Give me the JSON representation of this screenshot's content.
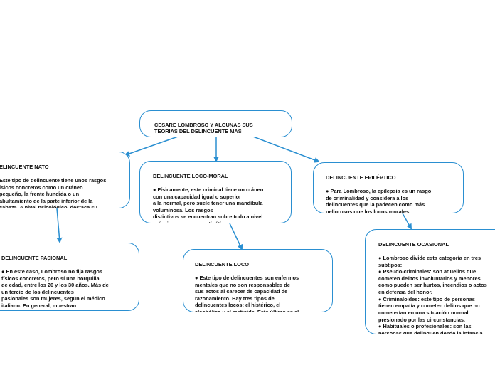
{
  "colors": {
    "accent": "#2a8fd1",
    "text": "#111111",
    "background": "#ffffff"
  },
  "nodes": {
    "root": {
      "title": "CESARE LOMBROSO Y ALGUNAS SUS\nTEORIAS DEL DELINCUENTE MAS\nIMPORTENTES"
    },
    "nato": {
      "title": "ELINCUENTE NATO",
      "body": "Este tipo de delincuente tiene unos rasgos\nísicos concretos como un cráneo\npequeño, la frente hundida o un\nabultamiento de la parte inferior de la\ncabeza. A nivel psicológico, destaca su\ncarácter impulsivo, cruel, con falta de\nsentido moral e insensible."
    },
    "loco_moral": {
      "title": "DELINCUENTE LOCO-MORAL",
      "body": "● Físicamente, este criminal tiene un cráneo\ncon una capacidad igual o superior\na la normal, pero suele tener una mandíbula\nvoluminosa. Los rasgos\ndistintivos se encuentran sobre todo a nivel\npsíquico: personas antipáticas,\negoístas, vanidosas e inteligentes, así como\ncrueles e indisciplinadas."
    },
    "epileptico": {
      "title": "DELINCUENTE EPILÉPTICO",
      "body": "● Para Lombroso, la epilepsia es un rasgo\nde criminalidad y considera a los\ndelincuentes que la padecen como más\npeligrosos que los locos morales.\nVagos, destructivos, muy violentos y con\ntendencia al suicidio."
    },
    "pasional": {
      "title": "DELINCUENTE PASIONAL",
      "body": "● En este caso, Lombroso no fija rasgos\nfísicos concretos, pero sí una horquilla\nde edad, entre los 20 y los 30 años. Más de\nun tercio de los delincuentes\npasionales son mujeres, según el médico\nitaliano. En general, muestran\nconmoción tras el acto criminal y tienden a\nconfesar y suicidarse tras\nrealizarlo."
    },
    "loco": {
      "title": "DELINCUENTE LOCO",
      "body": "● Este tipo de delincuentes son enfermos\nmentales que no son responsables de\nsus actos al carecer de capacidad de\nrazonamiento. Hay tres tipos de\ndelincuentes locos: el histérico, el\nalcohólico y el mattoide. Este último es el\nque delinque por impulso, cruzando la línea\nde la cordura y la locura."
    },
    "ocasional": {
      "title": "DELINCUENTE OCASIONAL",
      "body": "● Lombroso divide esta categoría en tres\nsubtipos:\n● Pseudo-criminales: son aquellos que\ncometen delitos involuntarios y menores\ncomo pueden ser hurtos, incendios o actos\nen defensa del honor.\n● Criminaloides: este tipo de personas\ntienen empatía y cometen delitos que no\ncometerían en una situación normal\npresionado por las circunstancias.\n● Habituales o profesionales: son las\npersonas que delinquen desde la infancia.\nLas circunstancias personales les impulsan\na cometer más delitos hasta convertirse en\nprofesionales."
    }
  }
}
